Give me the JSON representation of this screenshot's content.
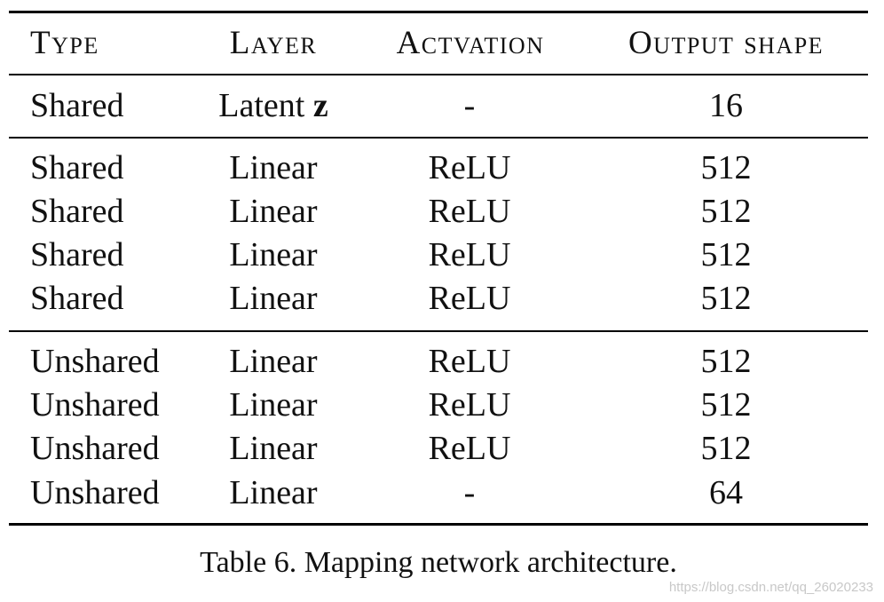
{
  "table": {
    "headers": {
      "type": "Type",
      "layer": "Layer",
      "activation": "Actvation",
      "output": "Output shape"
    },
    "input_row": {
      "type": "Shared",
      "layer": "Latent ",
      "layer_symbol": "z",
      "activation": "-",
      "output": "16"
    },
    "shared_rows": [
      {
        "type": "Shared",
        "layer": "Linear",
        "activation": "ReLU",
        "output": "512"
      },
      {
        "type": "Shared",
        "layer": "Linear",
        "activation": "ReLU",
        "output": "512"
      },
      {
        "type": "Shared",
        "layer": "Linear",
        "activation": "ReLU",
        "output": "512"
      },
      {
        "type": "Shared",
        "layer": "Linear",
        "activation": "ReLU",
        "output": "512"
      }
    ],
    "unshared_rows": [
      {
        "type": "Unshared",
        "layer": "Linear",
        "activation": "ReLU",
        "output": "512"
      },
      {
        "type": "Unshared",
        "layer": "Linear",
        "activation": "ReLU",
        "output": "512"
      },
      {
        "type": "Unshared",
        "layer": "Linear",
        "activation": "ReLU",
        "output": "512"
      },
      {
        "type": "Unshared",
        "layer": "Linear",
        "activation": "-",
        "output": "64"
      }
    ]
  },
  "caption": "Table 6. Mapping network architecture.",
  "watermark": "https://blog.csdn.net/qq_26020233"
}
